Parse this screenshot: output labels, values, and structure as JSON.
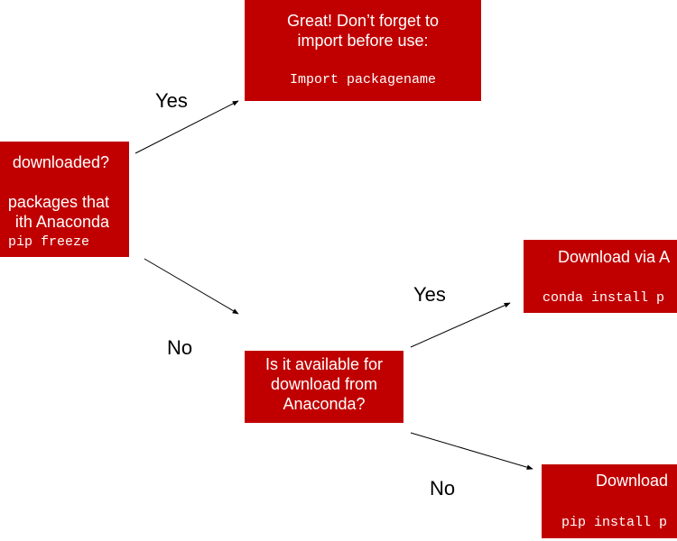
{
  "boxes": {
    "great": {
      "line1": "Great! Don’t forget to",
      "line2": "import before use:",
      "code": "Import packagename"
    },
    "downloaded": {
      "line1": "downloaded?",
      "line2": "packages that",
      "line3": "ith Anaconda",
      "code": "pip freeze"
    },
    "available": {
      "line1": "Is it available for",
      "line2": "download from",
      "line3": "Anaconda?"
    },
    "conda": {
      "line1": "Download via A",
      "code": "conda install p"
    },
    "pip": {
      "line1": "Download",
      "code": "pip install p"
    }
  },
  "labels": {
    "yes_top": "Yes",
    "no_left": "No",
    "yes_right": "Yes",
    "no_bottom": "No"
  },
  "colors": {
    "box_fill": "#c00000",
    "box_text": "#ffffff",
    "arrow": "#000000"
  }
}
